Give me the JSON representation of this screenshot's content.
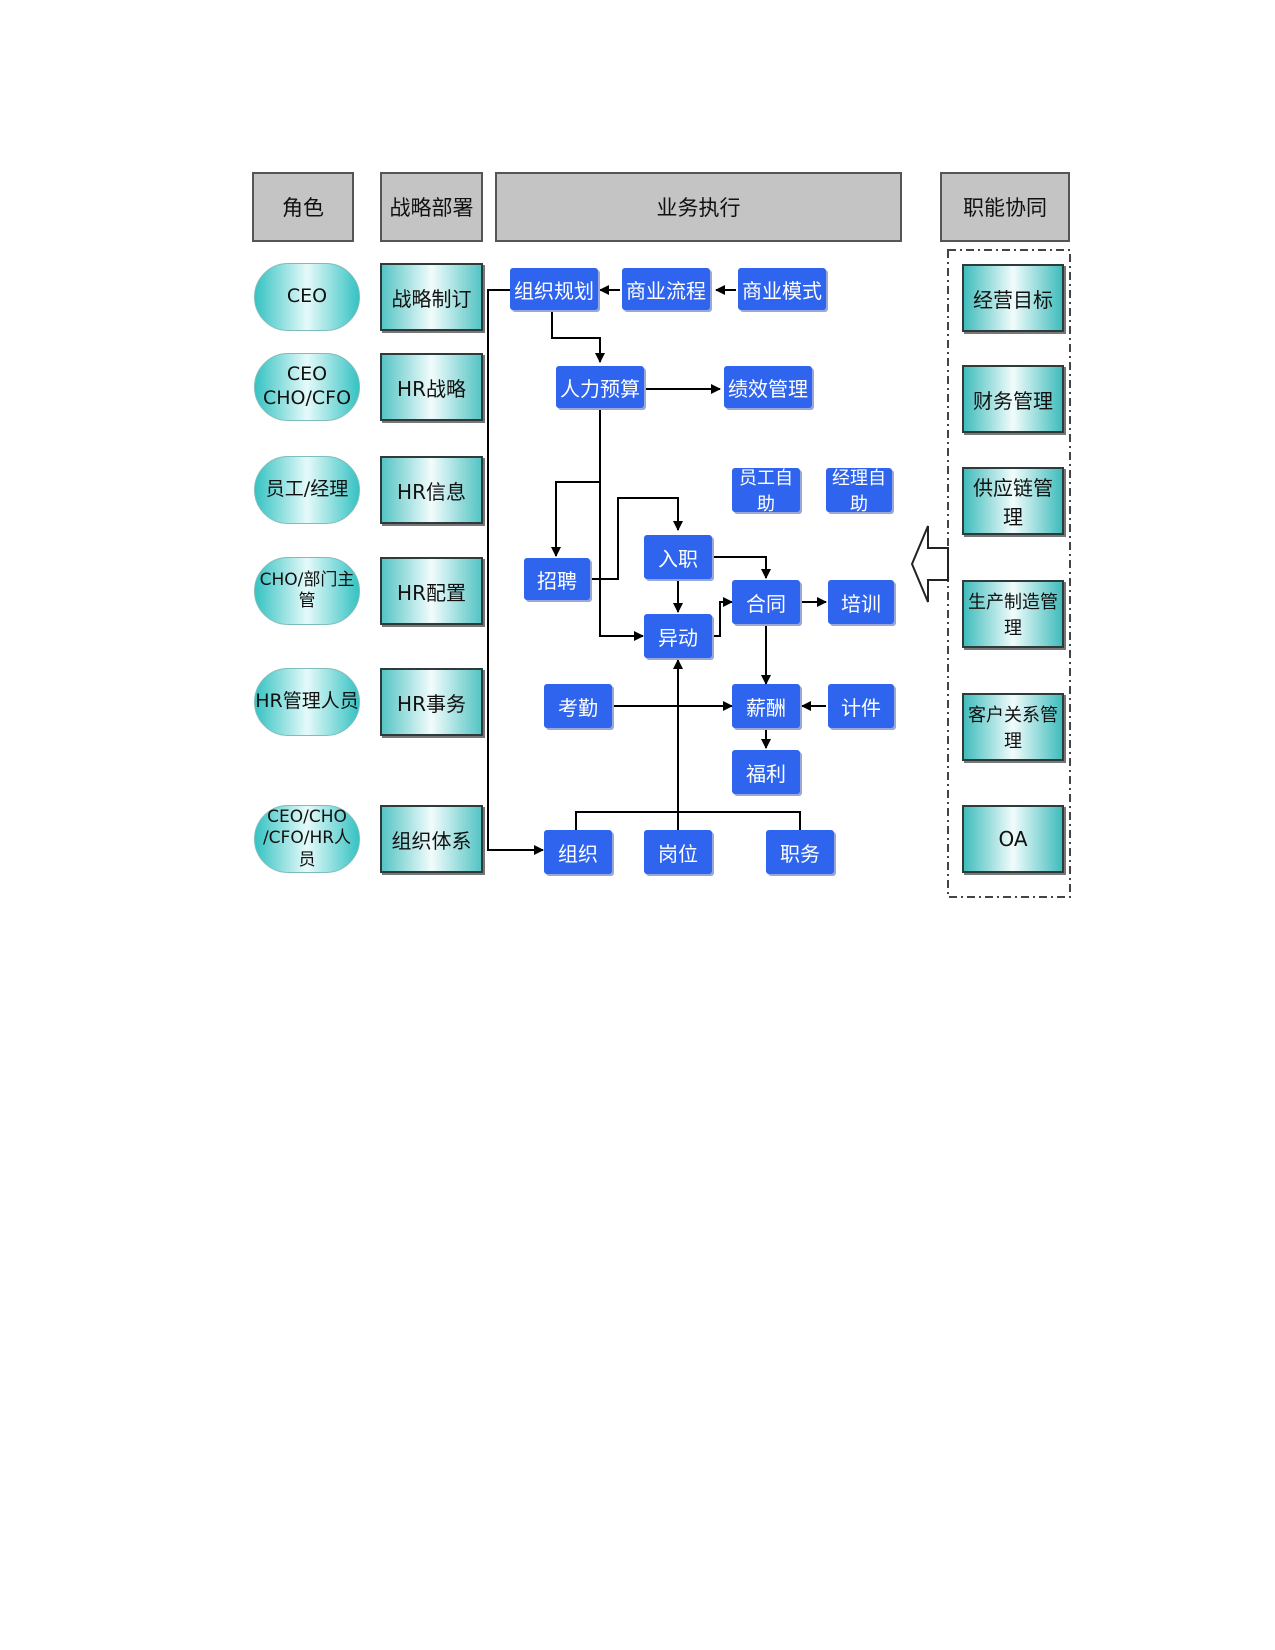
{
  "headers": {
    "role": "角色",
    "strategy": "战略部署",
    "business": "业务执行",
    "function": "职能协同"
  },
  "roles": [
    "CEO",
    "CEO\nCHO/CFO",
    "员工/经理",
    "CHO/部门主管",
    "HR管理人员",
    "CEO/CHO\n/CFO/HR人员"
  ],
  "strategy": [
    "战略制订",
    "HR战略",
    "HR信息",
    "HR配置",
    "HR事务",
    "组织体系"
  ],
  "business": {
    "org_planning": "组织规划",
    "biz_process": "商业流程",
    "biz_model": "商业模式",
    "hr_budget": "人力预算",
    "performance": "绩效管理",
    "employee_self": "员工自助",
    "manager_self": "经理自助",
    "recruit": "招聘",
    "onboard": "入职",
    "transfer": "异动",
    "contract": "合同",
    "training": "培训",
    "attendance": "考勤",
    "salary": "薪酬",
    "piecework": "计件",
    "welfare": "福利",
    "organization": "组织",
    "position": "岗位",
    "duty": "职务"
  },
  "functions": [
    "经营目标",
    "财务管理",
    "供应链管理",
    "生产制造管理",
    "客户关系管理",
    "OA"
  ],
  "colors": {
    "header_bg": "#c4c4c4",
    "biz_box": "#2f64ee",
    "teal": "#35c2c2"
  }
}
